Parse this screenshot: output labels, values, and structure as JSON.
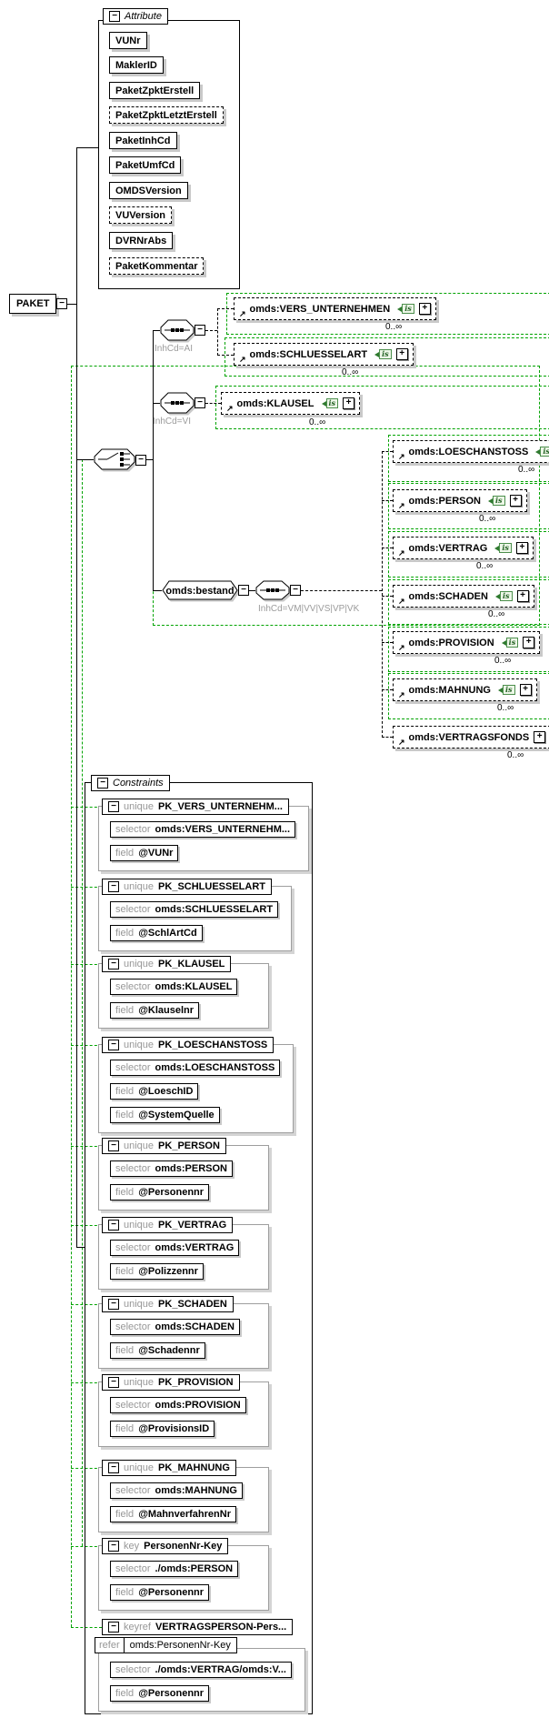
{
  "root": {
    "label": "PAKET"
  },
  "icons": {
    "plus": "+",
    "minus": "−",
    "ref_arrow": "↗"
  },
  "badges": {
    "identity": "is"
  },
  "attribute_section": {
    "header": "Attribute",
    "items": [
      {
        "label": "VUNr"
      },
      {
        "label": "MaklerID"
      },
      {
        "label": "PaketZpktErstell"
      },
      {
        "label": "PaketZpktLetztErstell"
      },
      {
        "label": "PaketInhCd"
      },
      {
        "label": "PaketUmfCd"
      },
      {
        "label": "OMDSVersion"
      },
      {
        "label": "VUVersion"
      },
      {
        "label": "DVRNrAbs"
      },
      {
        "label": "PaketKommentar"
      }
    ]
  },
  "compositors": {
    "seq_ai": {
      "type": "sequence",
      "condition": "InhCd=AI"
    },
    "seq_vi": {
      "type": "sequence",
      "condition": "InhCd=VI"
    },
    "seq_bestand": {
      "type": "sequence",
      "condition": "InhCd=VM|VV|VS|VP|VK"
    },
    "choice": {
      "type": "choice"
    }
  },
  "elements": {
    "bestand": {
      "label": "omds:bestand"
    },
    "vers_unternehmen": {
      "label": "omds:VERS_UNTERNEHMEN",
      "occurs": "0..∞"
    },
    "schluesselart": {
      "label": "omds:SCHLUESSELART",
      "occurs": "0..∞"
    },
    "klausel": {
      "label": "omds:KLAUSEL",
      "occurs": "0..∞"
    },
    "loeschanstoss": {
      "label": "omds:LOESCHANSTOSS",
      "occurs": "0..∞"
    },
    "person": {
      "label": "omds:PERSON",
      "occurs": "0..∞"
    },
    "vertrag": {
      "label": "omds:VERTRAG",
      "occurs": "0..∞"
    },
    "schaden": {
      "label": "omds:SCHADEN",
      "occurs": "0..∞"
    },
    "provision": {
      "label": "omds:PROVISION",
      "occurs": "0..∞"
    },
    "mahnung": {
      "label": "omds:MAHNUNG",
      "occurs": "0..∞"
    },
    "vertragsfonds": {
      "label": "omds:VERTRAGSFONDS",
      "occurs": "0..∞"
    }
  },
  "constraints": {
    "header": "Constraints",
    "labels": {
      "selector": "selector",
      "field": "field",
      "refer": "refer"
    },
    "items": [
      {
        "kind": "unique",
        "name": "PK_VERS_UNTERNEHM...",
        "selector": "omds:VERS_UNTERNEHM...",
        "field1": "@VUNr"
      },
      {
        "kind": "unique",
        "name": "PK_SCHLUESSELART",
        "selector": "omds:SCHLUESSELART",
        "field1": "@SchlArtCd"
      },
      {
        "kind": "unique",
        "name": "PK_KLAUSEL",
        "selector": "omds:KLAUSEL",
        "field1": "@Klauselnr"
      },
      {
        "kind": "unique",
        "name": "PK_LOESCHANSTOSS",
        "selector": "omds:LOESCHANSTOSS",
        "field1": "@LoeschID",
        "field2": "@SystemQuelle"
      },
      {
        "kind": "unique",
        "name": "PK_PERSON",
        "selector": "omds:PERSON",
        "field1": "@Personennr"
      },
      {
        "kind": "unique",
        "name": "PK_VERTRAG",
        "selector": "omds:VERTRAG",
        "field1": "@Polizzennr"
      },
      {
        "kind": "unique",
        "name": "PK_SCHADEN",
        "selector": "omds:SCHADEN",
        "field1": "@Schadennr"
      },
      {
        "kind": "unique",
        "name": "PK_PROVISION",
        "selector": "omds:PROVISION",
        "field1": "@ProvisionsID"
      },
      {
        "kind": "unique",
        "name": "PK_MAHNUNG",
        "selector": "omds:MAHNUNG",
        "field1": "@MahnverfahrenNr"
      },
      {
        "kind": "key",
        "name": "PersonenNr-Key",
        "selector": "./omds:PERSON",
        "field1": "@Personennr"
      },
      {
        "kind": "keyref",
        "name": "VERTRAGSPERSON-Pers...",
        "refer": "omds:PersonenNr-Key",
        "selector": "./omds:VERTRAG/omds:V...",
        "field1": "@Personennr"
      }
    ]
  }
}
